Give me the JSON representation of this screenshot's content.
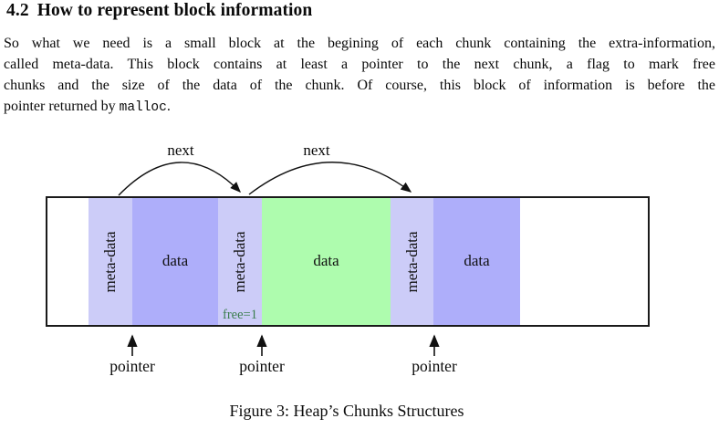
{
  "section": {
    "number": "4.2",
    "title": "How to represent block information"
  },
  "paragraph": {
    "lines": [
      "So what we need is a small block at the begining of each chunk containing the extra-information,",
      "called meta-data. This block contains at least a pointer to the next chunk, a flag to mark free",
      "chunks and the size of the data of the chunk. Of course, this block of information is before the"
    ],
    "last_line_prefix": "pointer returned by ",
    "code_word": "malloc",
    "last_line_suffix": "."
  },
  "diagram": {
    "next_labels": [
      "next",
      "next"
    ],
    "meta_label": "meta-data",
    "data_label": "data",
    "free_flag": "free=1",
    "pointer_labels": [
      "pointer",
      "pointer",
      "pointer"
    ],
    "colors": {
      "meta": "#ccccf8",
      "data_purple": "#aeaefa",
      "data_green": "#aefcae",
      "free_text": "#3a7d4d",
      "stroke": "#111111"
    }
  },
  "caption": "Figure 3: Heap’s Chunks Structures"
}
